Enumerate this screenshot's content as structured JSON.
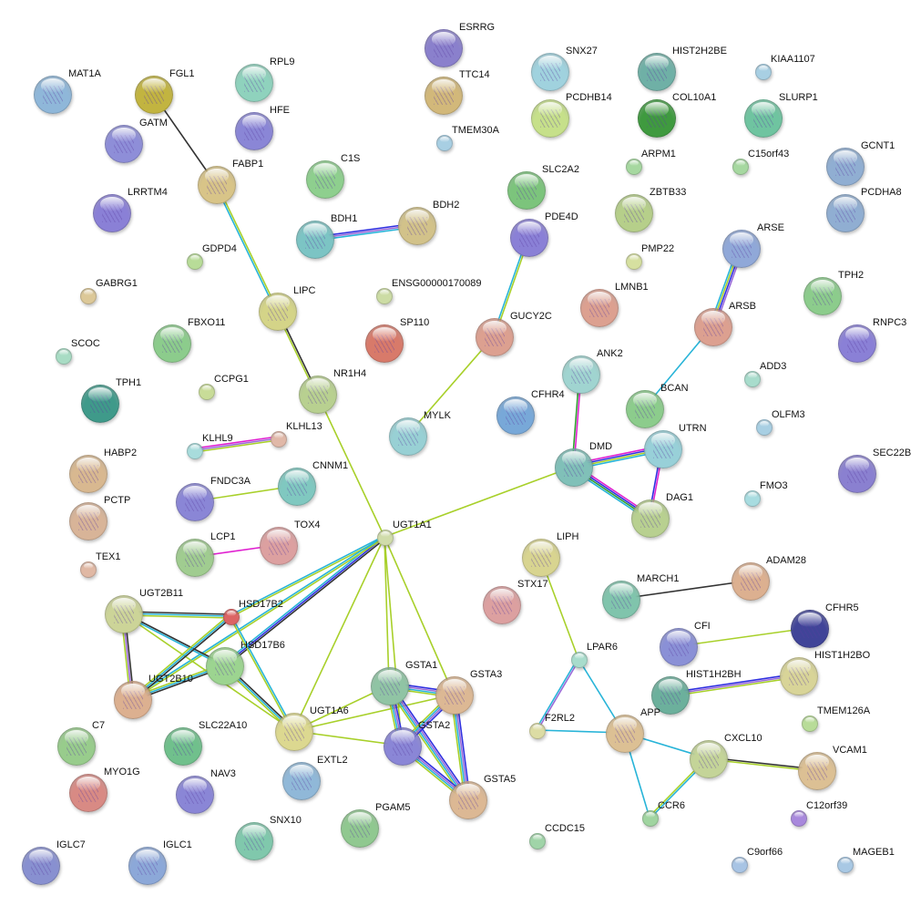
{
  "edge_colors": {
    "dark": "#333333",
    "yg": "#a8d02a",
    "lb": "#28b4d8",
    "blue": "#3030e0",
    "purple": "#9a6ad8",
    "mag": "#e020d0",
    "green": "#30a030"
  },
  "nodes": [
    {
      "id": "MAT1A",
      "color": "#8fb7d9"
    },
    {
      "id": "FGL1",
      "color": "#c2b440"
    },
    {
      "id": "GATM",
      "color": "#8e8ed8"
    },
    {
      "id": "RPL9",
      "color": "#8fd2bd"
    },
    {
      "id": "HFE",
      "color": "#8a86d6"
    },
    {
      "id": "ESRRG",
      "color": "#8a80cc"
    },
    {
      "id": "TTC14",
      "color": "#d2b87a"
    },
    {
      "id": "TMEM30A",
      "color": "#a8cfe3"
    },
    {
      "id": "SNX27",
      "color": "#a0d2de"
    },
    {
      "id": "PCDHB14",
      "color": "#c6e08a"
    },
    {
      "id": "HIST2H2BE",
      "color": "#6fb0a6"
    },
    {
      "id": "COL10A1",
      "color": "#3f9a3f"
    },
    {
      "id": "KIAA1107",
      "color": "#a8cfe3"
    },
    {
      "id": "SLURP1",
      "color": "#6fc4a0"
    },
    {
      "id": "ARPM1",
      "color": "#a6d8a0"
    },
    {
      "id": "C15orf43",
      "color": "#a6d8a0"
    },
    {
      "id": "GCNT1",
      "color": "#90aed2"
    },
    {
      "id": "PCDHA8",
      "color": "#90aed2"
    },
    {
      "id": "FABP1",
      "color": "#d8c488"
    },
    {
      "id": "C1S",
      "color": "#8ecf8e"
    },
    {
      "id": "LRRTM4",
      "color": "#8a80d6"
    },
    {
      "id": "SLC2A2",
      "color": "#7cc47c"
    },
    {
      "id": "ZBTB33",
      "color": "#b6cf8a"
    },
    {
      "id": "BDH1",
      "color": "#7cc4c4"
    },
    {
      "id": "BDH2",
      "color": "#d2c28a"
    },
    {
      "id": "PDE4D",
      "color": "#8a80d6"
    },
    {
      "id": "ARSE",
      "color": "#90a8d8"
    },
    {
      "id": "GDPD4",
      "color": "#b8dc98"
    },
    {
      "id": "PMP22",
      "color": "#d6e0a0"
    },
    {
      "id": "GABRG1",
      "color": "#dcc898"
    },
    {
      "id": "ENSG00000170089",
      "color": "#ccdca4"
    },
    {
      "id": "LIPC",
      "color": "#d4d488"
    },
    {
      "id": "LMNB1",
      "color": "#dca090"
    },
    {
      "id": "TPH2",
      "color": "#8ccc8c"
    },
    {
      "id": "GUCY2C",
      "color": "#dca090"
    },
    {
      "id": "ARSB",
      "color": "#dca090"
    },
    {
      "id": "SP110",
      "color": "#d87a6a"
    },
    {
      "id": "SCOC",
      "color": "#a8dcc4"
    },
    {
      "id": "FBXO11",
      "color": "#8ccc8c"
    },
    {
      "id": "RNPC3",
      "color": "#8a80d6"
    },
    {
      "id": "ADD3",
      "color": "#a8dccc"
    },
    {
      "id": "NR1H4",
      "color": "#b8d090"
    },
    {
      "id": "TPH1",
      "color": "#3f9a8a"
    },
    {
      "id": "CCPG1",
      "color": "#c8dc98"
    },
    {
      "id": "ANK2",
      "color": "#a0d4d0"
    },
    {
      "id": "CFHR4",
      "color": "#78a8d8"
    },
    {
      "id": "BCAN",
      "color": "#8ccc8c"
    },
    {
      "id": "MYLK",
      "color": "#98d0d4"
    },
    {
      "id": "OLFM3",
      "color": "#a8cfe3"
    },
    {
      "id": "UTRN",
      "color": "#98d0d8"
    },
    {
      "id": "KLHL9",
      "color": "#a8dcdc"
    },
    {
      "id": "KLHL13",
      "color": "#e0b8a8"
    },
    {
      "id": "HABP2",
      "color": "#d8b890"
    },
    {
      "id": "DMD",
      "color": "#80c0b8"
    },
    {
      "id": "SEC22B",
      "color": "#8a80d0"
    },
    {
      "id": "FNDC3A",
      "color": "#8a86d6"
    },
    {
      "id": "CNNM1",
      "color": "#80c8c0"
    },
    {
      "id": "FMO3",
      "color": "#a8dce0"
    },
    {
      "id": "DAG1",
      "color": "#b8d090"
    },
    {
      "id": "PCTP",
      "color": "#d8b498"
    },
    {
      "id": "UGT1A1",
      "color": "#d0dcaa"
    },
    {
      "id": "TOX4",
      "color": "#dca0a0"
    },
    {
      "id": "LIPH",
      "color": "#d8d490"
    },
    {
      "id": "TEX1",
      "color": "#e0b8a4"
    },
    {
      "id": "LCP1",
      "color": "#a0cc90"
    },
    {
      "id": "ADAM28",
      "color": "#dcb090"
    },
    {
      "id": "STX17",
      "color": "#dca0a0"
    },
    {
      "id": "MARCH1",
      "color": "#80c4ac"
    },
    {
      "id": "UGT2B11",
      "color": "#ccd498"
    },
    {
      "id": "HSD17B2",
      "color": "#dc6464"
    },
    {
      "id": "CFHR5",
      "color": "#404498"
    },
    {
      "id": "CFI",
      "color": "#8a90d6"
    },
    {
      "id": "LPAR6",
      "color": "#a8dccc"
    },
    {
      "id": "HSD17B6",
      "color": "#9cd490"
    },
    {
      "id": "HIST1H2BO",
      "color": "#d8d498"
    },
    {
      "id": "HIST1H2BH",
      "color": "#6cb09c"
    },
    {
      "id": "GSTA1",
      "color": "#90c4a4"
    },
    {
      "id": "GSTA3",
      "color": "#dcb894"
    },
    {
      "id": "UGT2B10",
      "color": "#dcb090"
    },
    {
      "id": "TMEM126A",
      "color": "#b8dc98"
    },
    {
      "id": "APP",
      "color": "#dcc094"
    },
    {
      "id": "F2RL2",
      "color": "#dcdca4"
    },
    {
      "id": "UGT1A6",
      "color": "#dcd890"
    },
    {
      "id": "SLC22A10",
      "color": "#70c08c"
    },
    {
      "id": "GSTA2",
      "color": "#8a86d6"
    },
    {
      "id": "CXCL10",
      "color": "#c4d498"
    },
    {
      "id": "C7",
      "color": "#98cc8c"
    },
    {
      "id": "VCAM1",
      "color": "#dcc094"
    },
    {
      "id": "EXTL2",
      "color": "#90b8d8"
    },
    {
      "id": "NAV3",
      "color": "#8a86d6"
    },
    {
      "id": "GSTA5",
      "color": "#dcb894"
    },
    {
      "id": "MYO1G",
      "color": "#d88a84"
    },
    {
      "id": "CCR6",
      "color": "#a0d4a0"
    },
    {
      "id": "C12orf39",
      "color": "#a888dc"
    },
    {
      "id": "PGAM5",
      "color": "#90c890"
    },
    {
      "id": "SNX10",
      "color": "#80c8ac"
    },
    {
      "id": "CCDC15",
      "color": "#a0d4a8"
    },
    {
      "id": "IGLC7",
      "color": "#8890d0"
    },
    {
      "id": "IGLC1",
      "color": "#8ca8d8"
    },
    {
      "id": "C9orf66",
      "color": "#a8c4e4"
    },
    {
      "id": "MAGEB1",
      "color": "#a8c8e4"
    }
  ],
  "edges": [
    {
      "a": "FGL1",
      "b": "FABP1",
      "c": [
        "dark"
      ]
    },
    {
      "a": "FABP1",
      "b": "LIPC",
      "c": [
        "yg",
        "lb"
      ]
    },
    {
      "a": "LIPC",
      "b": "NR1H4",
      "c": [
        "dark",
        "yg"
      ]
    },
    {
      "a": "NR1H4",
      "b": "UGT1A1",
      "c": [
        "yg"
      ]
    },
    {
      "a": "BDH1",
      "b": "BDH2",
      "c": [
        "blue",
        "purple",
        "lb"
      ]
    },
    {
      "a": "PDE4D",
      "b": "GUCY2C",
      "c": [
        "yg",
        "lb"
      ]
    },
    {
      "a": "GUCY2C",
      "b": "MYLK",
      "c": [
        "yg"
      ]
    },
    {
      "a": "ARSE",
      "b": "ARSB",
      "c": [
        "purple",
        "blue",
        "yg",
        "lb"
      ]
    },
    {
      "a": "ARSB",
      "b": "BCAN",
      "c": [
        "lb"
      ]
    },
    {
      "a": "ANK2",
      "b": "DMD",
      "c": [
        "mag",
        "green"
      ]
    },
    {
      "a": "DMD",
      "b": "UTRN",
      "c": [
        "mag",
        "blue",
        "yg",
        "lb"
      ]
    },
    {
      "a": "DMD",
      "b": "DAG1",
      "c": [
        "mag",
        "blue",
        "green",
        "lb"
      ]
    },
    {
      "a": "UTRN",
      "b": "DAG1",
      "c": [
        "mag",
        "blue"
      ]
    },
    {
      "a": "DMD",
      "b": "UGT1A1",
      "c": [
        "yg"
      ]
    },
    {
      "a": "KLHL9",
      "b": "KLHL13",
      "c": [
        "mag",
        "purple",
        "yg"
      ]
    },
    {
      "a": "FNDC3A",
      "b": "CNNM1",
      "c": [
        "yg"
      ]
    },
    {
      "a": "LCP1",
      "b": "TOX4",
      "c": [
        "mag"
      ]
    },
    {
      "a": "UGT1A1",
      "b": "HSD17B2",
      "c": [
        "yg",
        "lb"
      ]
    },
    {
      "a": "UGT1A1",
      "b": "HSD17B6",
      "c": [
        "dark",
        "blue",
        "lb"
      ]
    },
    {
      "a": "UGT1A1",
      "b": "UGT2B10",
      "c": [
        "yg",
        "lb"
      ]
    },
    {
      "a": "UGT1A1",
      "b": "UGT1A6",
      "c": [
        "yg"
      ]
    },
    {
      "a": "UGT1A1",
      "b": "GSTA1",
      "c": [
        "yg"
      ]
    },
    {
      "a": "UGT1A1",
      "b": "GSTA2",
      "c": [
        "yg"
      ]
    },
    {
      "a": "UGT1A1",
      "b": "GSTA3",
      "c": [
        "yg"
      ]
    },
    {
      "a": "UGT2B11",
      "b": "HSD17B2",
      "c": [
        "dark",
        "lb",
        "yg"
      ]
    },
    {
      "a": "UGT2B11",
      "b": "UGT2B10",
      "c": [
        "dark",
        "purple",
        "yg"
      ]
    },
    {
      "a": "UGT2B11",
      "b": "HSD17B6",
      "c": [
        "dark",
        "lb"
      ]
    },
    {
      "a": "UGT2B11",
      "b": "UGT1A6",
      "c": [
        "yg"
      ]
    },
    {
      "a": "HSD17B2",
      "b": "UGT2B10",
      "c": [
        "dark",
        "lb",
        "yg"
      ]
    },
    {
      "a": "HSD17B2",
      "b": "UGT1A6",
      "c": [
        "lb",
        "yg"
      ]
    },
    {
      "a": "HSD17B6",
      "b": "UGT2B10",
      "c": [
        "dark",
        "lb",
        "yg"
      ]
    },
    {
      "a": "HSD17B6",
      "b": "UGT1A6",
      "c": [
        "dark",
        "lb",
        "yg"
      ]
    },
    {
      "a": "UGT1A6",
      "b": "GSTA1",
      "c": [
        "yg"
      ]
    },
    {
      "a": "UGT1A6",
      "b": "GSTA3",
      "c": [
        "yg"
      ]
    },
    {
      "a": "UGT1A6",
      "b": "GSTA2",
      "c": [
        "yg"
      ]
    },
    {
      "a": "GSTA1",
      "b": "GSTA3",
      "c": [
        "blue",
        "purple",
        "lb",
        "yg"
      ]
    },
    {
      "a": "GSTA1",
      "b": "GSTA2",
      "c": [
        "blue",
        "purple",
        "lb",
        "yg"
      ]
    },
    {
      "a": "GSTA1",
      "b": "GSTA5",
      "c": [
        "blue",
        "purple",
        "lb",
        "yg"
      ]
    },
    {
      "a": "GSTA3",
      "b": "GSTA2",
      "c": [
        "blue",
        "purple",
        "lb",
        "yg"
      ]
    },
    {
      "a": "GSTA3",
      "b": "GSTA5",
      "c": [
        "blue",
        "purple",
        "lb",
        "yg"
      ]
    },
    {
      "a": "GSTA2",
      "b": "GSTA5",
      "c": [
        "blue",
        "purple",
        "lb",
        "yg"
      ]
    },
    {
      "a": "LIPH",
      "b": "LPAR6",
      "c": [
        "yg"
      ]
    },
    {
      "a": "MARCH1",
      "b": "ADAM28",
      "c": [
        "dark"
      ]
    },
    {
      "a": "CFI",
      "b": "CFHR5",
      "c": [
        "yg"
      ]
    },
    {
      "a": "LPAR6",
      "b": "F2RL2",
      "c": [
        "purple",
        "lb"
      ]
    },
    {
      "a": "LPAR6",
      "b": "APP",
      "c": [
        "lb"
      ]
    },
    {
      "a": "F2RL2",
      "b": "APP",
      "c": [
        "lb"
      ]
    },
    {
      "a": "HIST1H2BH",
      "b": "HIST1H2BO",
      "c": [
        "blue",
        "purple",
        "yg"
      ]
    },
    {
      "a": "APP",
      "b": "CXCL10",
      "c": [
        "lb"
      ]
    },
    {
      "a": "APP",
      "b": "CCR6",
      "c": [
        "lb"
      ]
    },
    {
      "a": "CXCL10",
      "b": "CCR6",
      "c": [
        "lb",
        "yg"
      ]
    },
    {
      "a": "CXCL10",
      "b": "VCAM1",
      "c": [
        "dark",
        "yg"
      ]
    }
  ]
}
